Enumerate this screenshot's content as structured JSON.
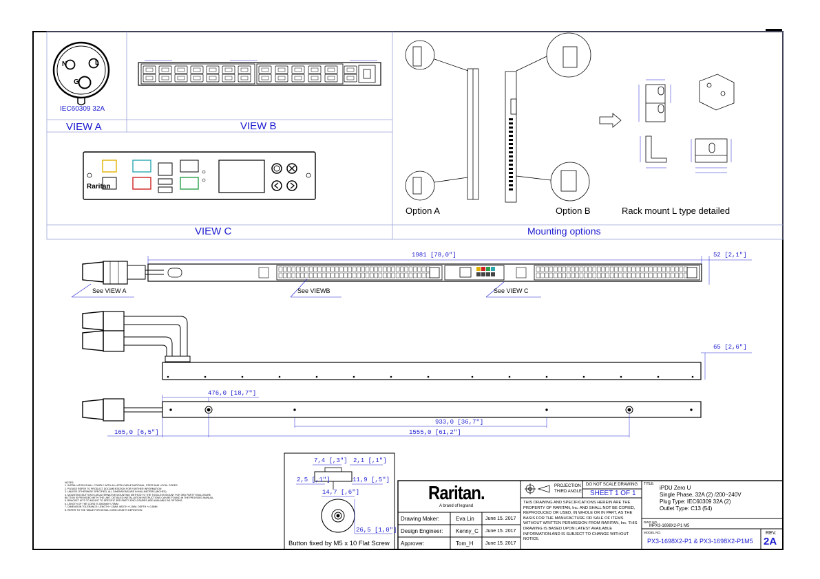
{
  "views": {
    "view_a": "VIEW A",
    "view_b": "VIEW B",
    "view_c": "VIEW C",
    "mounting": "Mounting options",
    "plug_std": "IEC60309 32A",
    "pin_n": "N",
    "pin_l": "L",
    "pin_g": "G"
  },
  "mounting": {
    "option_a": "Option A",
    "option_b": "Option B",
    "rack_detail": "Rack mount L type detailed"
  },
  "panel": {
    "brand": "Raritan"
  },
  "references": {
    "see_a": "See VIEW A",
    "see_b": "See VIEWB",
    "see_c": "See VIEW C"
  },
  "dimensions": {
    "length": "1981 [78,0\"]",
    "width": "52 [2,1\"]",
    "depth": "65 [2,6\"]",
    "d476": "476,0 [18,7\"]",
    "d933": "933,0 [36,7\"]",
    "d1555": "1555,0 [61,2\"]",
    "d165": "165,0 [6,5\"]",
    "btn_74": "7,4 [,3\"]",
    "btn_21": "2,1 [,1\"]",
    "btn_25": "2,5 [,1\"]",
    "btn_119": "11,9 [,5\"]",
    "btn_147": "14,7 [,6\"]",
    "btn_265": "26,5 [1,0\"]",
    "button_caption": "Button fixed by M5 x 10 Flat Screw"
  },
  "notes": {
    "heading": "NOTES:",
    "lines": [
      "1. INSTALLATION SHALL COMPLY WITH ALL APPLICABLE NATIONAL, STATE AND LOCAL CODES.",
      "2. PLEASE REFER TO PRODUCT DOCUMENTATION FOR FURTHER INFORMATION",
      "3. UNLESS OTHERWISE SPECIFIED, ALL DIMENSIONS ARE IN MILLIMETERS (INCHES).",
      "4. MOUNTING BUTTON IS AN ALTERNATIVE MOUNTING METHOD TO THE TOOLLESS MOUNT FOR 3RD PARTY ENCLOSURE.",
      "   BUTTON IS PROVIDED WITH THE UNIT. DETAILED INSTALLATION INSTRUCTIONS CAN BE FOUND IN THE PROVIDED MANUAL.",
      "5. BRACKET KITS TO MOUNT TO SPECIFIC 3RD PARTY ENCLOSURES ARE AVAILABLE AS OPTIONS.",
      "6. LENGTH OF THE CORD IS 3000MM+/-70MM",
      "7. DIMENSION TOLERANCE: LENGTH +/-3MM, WIDTH +/-1MM, DEPTH +/-0.5MM",
      "8. REFER TO THE TABLE FOR DETAIL CORD LENGTH DEFINITION"
    ]
  },
  "title_block": {
    "logo": "Raritan.",
    "tagline": "A brand of legrand",
    "rows": [
      {
        "role": "Drawing Maker:",
        "name": "Eva Lin",
        "date": "June 15. 2017"
      },
      {
        "role": "Design Engineer:",
        "name": "Kenny_C",
        "date": "June 15. 2017"
      },
      {
        "role": "Approver:",
        "name": "Tom_H",
        "date": "June 15. 2017"
      }
    ],
    "projection": "PROJECTION",
    "third_angle": "THIRD ANGLE",
    "no_scale": "DO NOT SCALE DRAWING",
    "sheet": "SHEET 1 OF 1",
    "disclaimer": "THIS DRAWING AND SPECIFICATIONS HEREIN ARE THE PROPERTY OF RARITAN, Inc. AND SHALL NOT BE COPIED, REPRODUCED OR USED, IN WHOLE OR IN PART, AS THE BASIS FOR THE MANUFACTURE OR SALE OF ITEMS WITHOUT WRITTEN PERMISSION FROM RARITAN, Inc. THIS DRAWING IS BASED UPON LATEST AVAILABLE INFORMATION AND IS SUBJECT TO CHANGE WITHOUT NOTICE.",
    "title_label": "TITLE:",
    "title_lines": [
      "iPDU Zero U",
      "Single Phase, 32A (2) /200~240V",
      "Plug Type: IEC60309 32A (2)",
      "Outlet Type: C13 (54)"
    ],
    "dwg_label": "DWG NO.",
    "dwg_no": "MPX3-1698X2-P1 M5",
    "model_label": "MODEL NO.",
    "model_no": "PX3-1698X2-P1 & PX3-1698X2-P1M5",
    "rev_label": "REV.",
    "rev": "2A"
  }
}
